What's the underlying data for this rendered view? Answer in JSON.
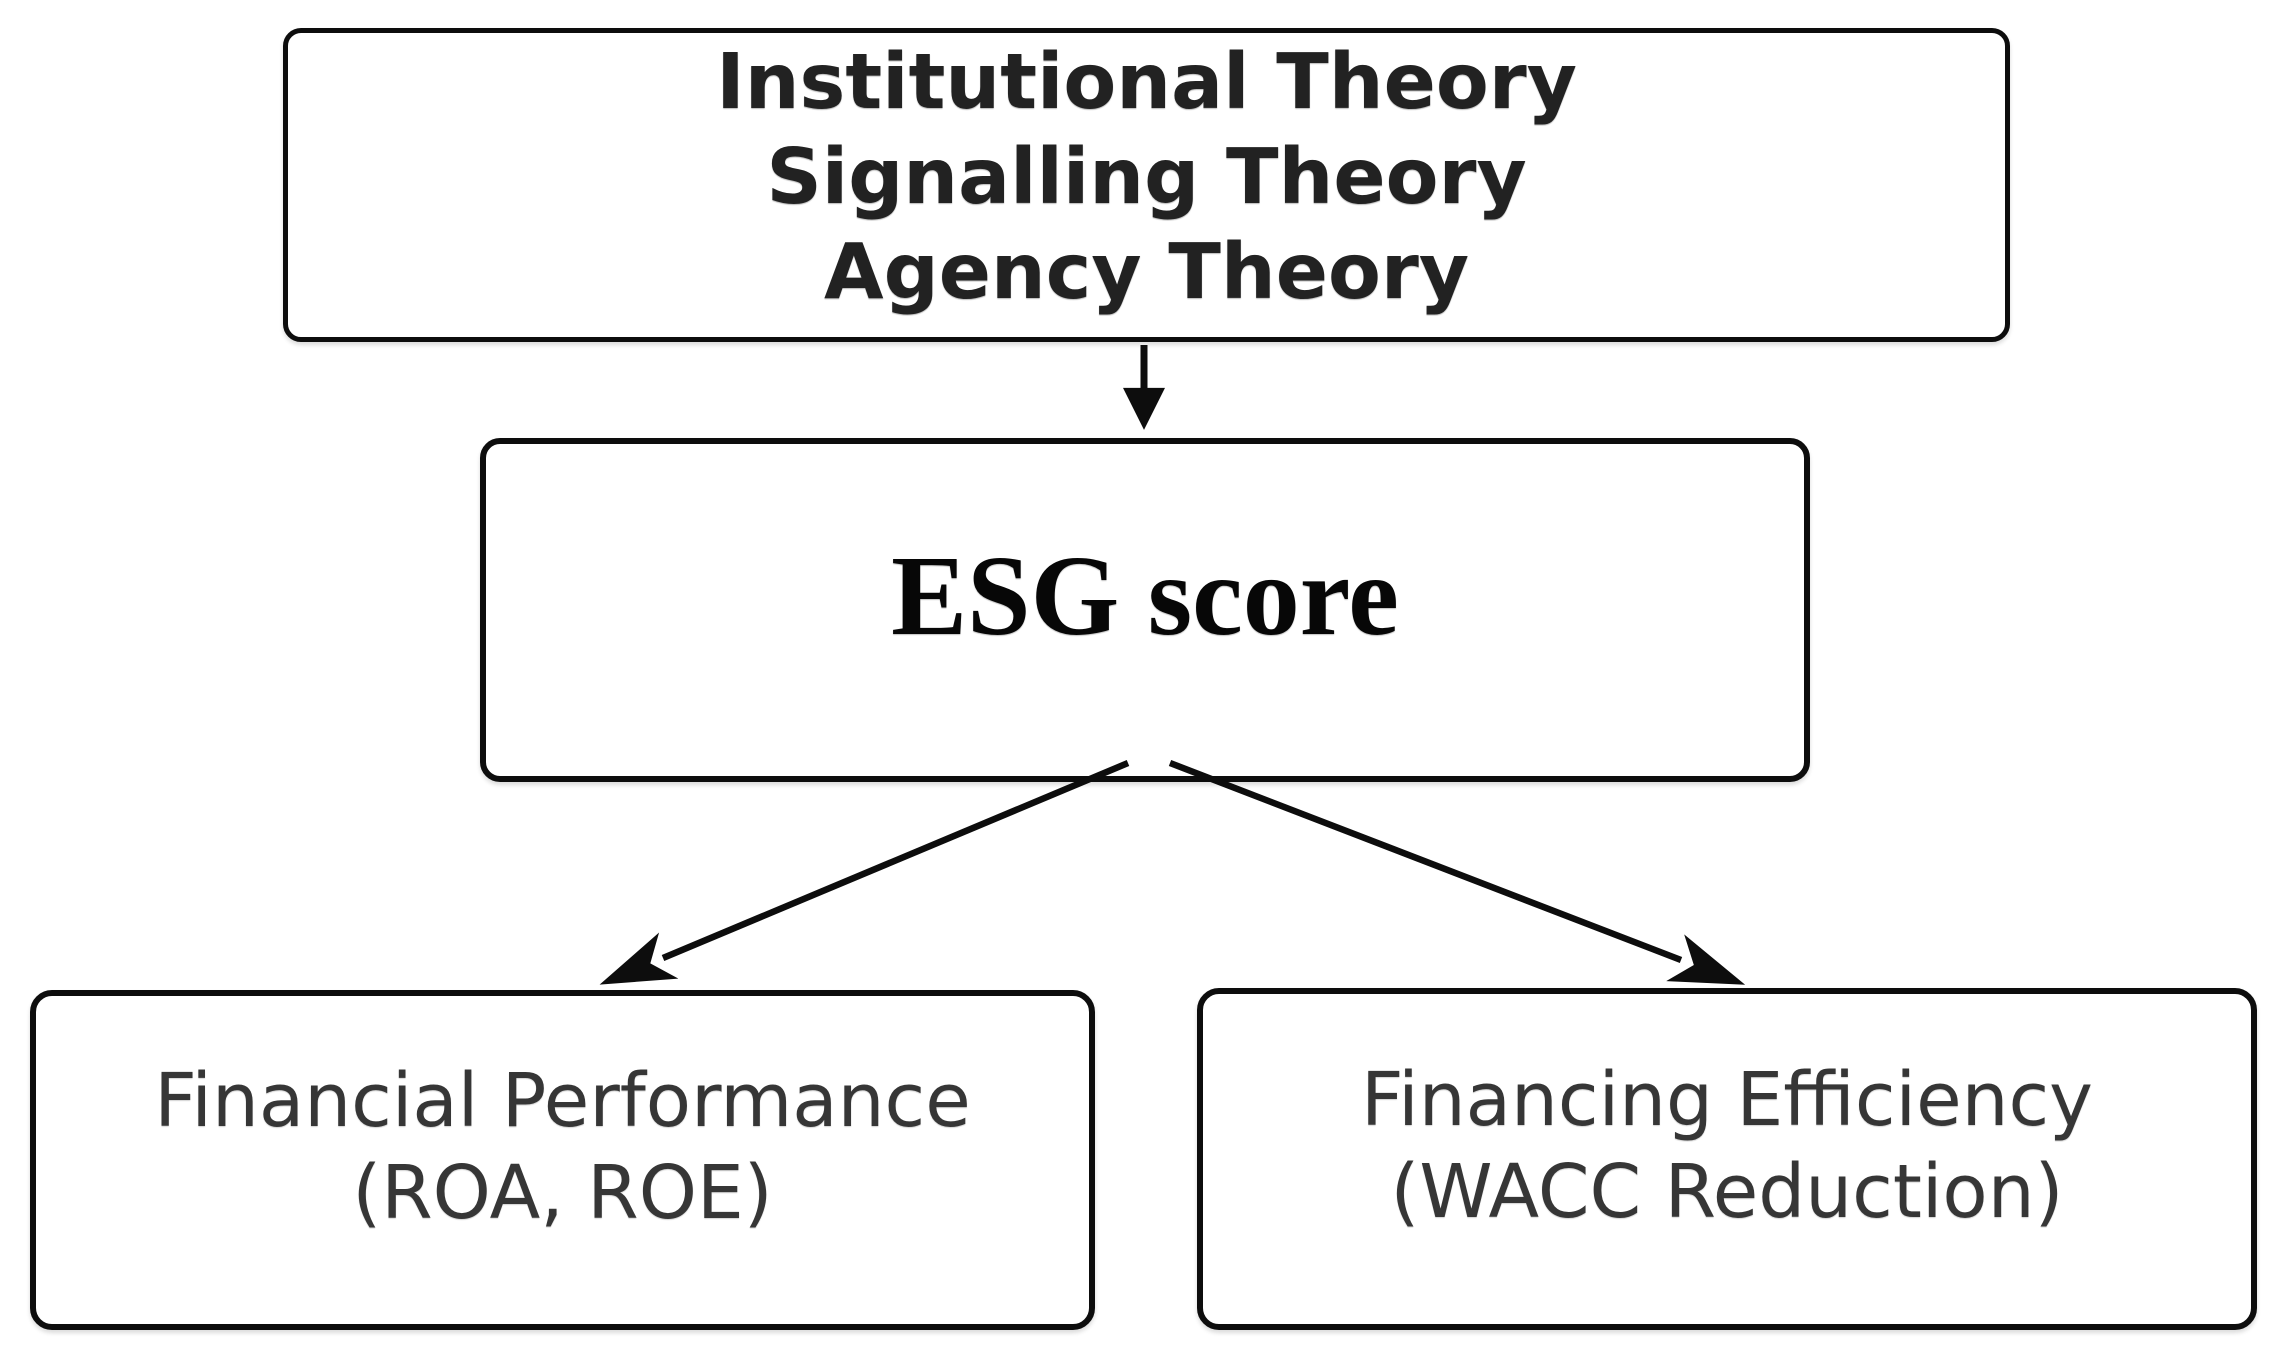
{
  "diagram": {
    "nodes": {
      "theories": {
        "line1": "Institutional Theory",
        "line2": "Signalling Theory",
        "line3": "Agency Theory"
      },
      "esg": {
        "label": "ESG score"
      },
      "financial_performance": {
        "line1": "Financial Performance",
        "line2": "(ROA, ROE)"
      },
      "financing_efficiency": {
        "line1": "Financing Efficiency",
        "line2": "(WACC Reduction)"
      }
    },
    "edges": [
      {
        "from": "theories",
        "to": "esg"
      },
      {
        "from": "esg",
        "to": "financial_performance"
      },
      {
        "from": "esg",
        "to": "financing_efficiency"
      }
    ],
    "colors": {
      "border": "#0d0d0d",
      "text_dark": "#222222",
      "text_gray": "#363636",
      "background": "#ffffff"
    }
  }
}
